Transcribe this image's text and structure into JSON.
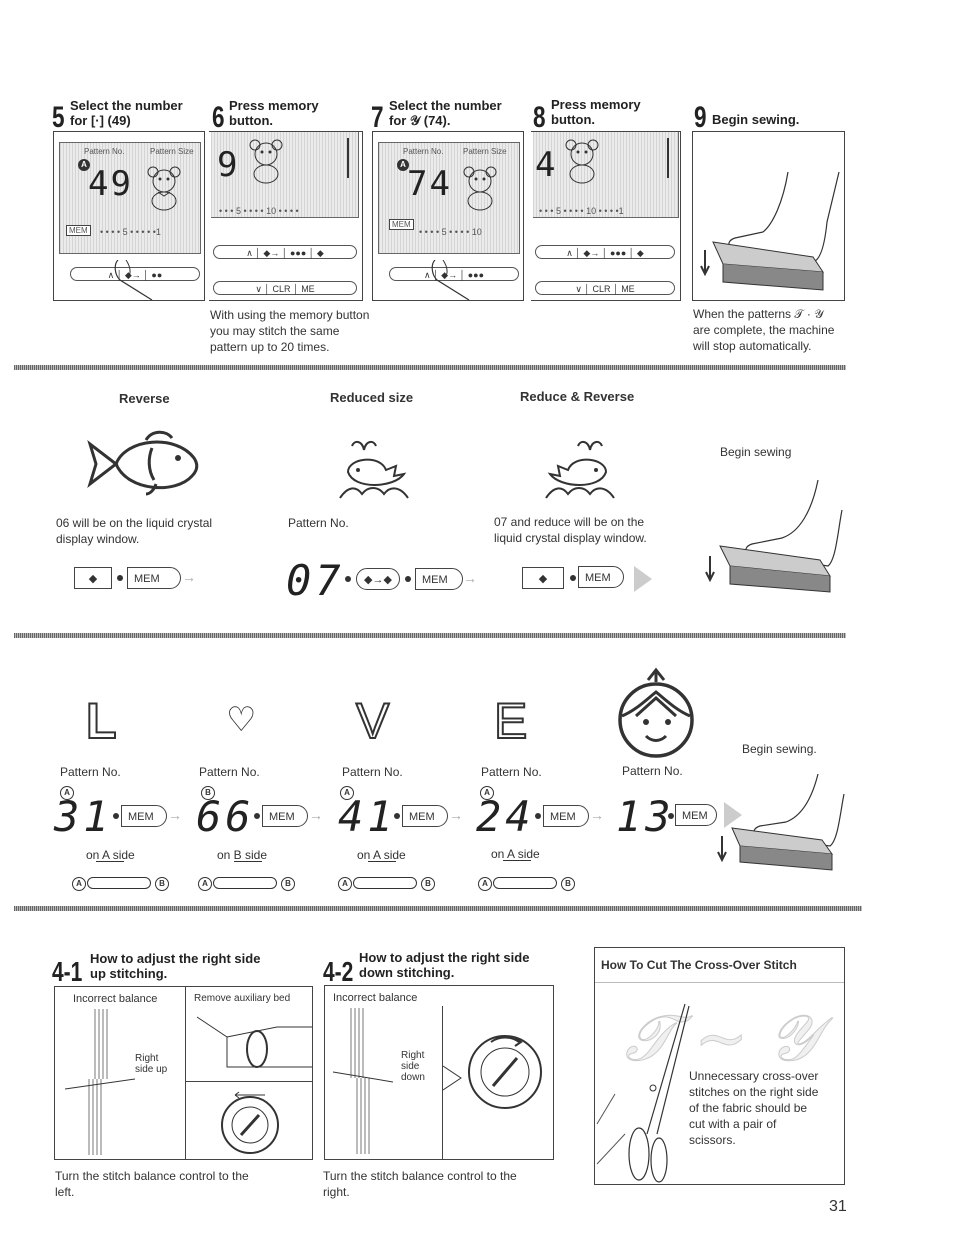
{
  "steps": [
    {
      "num": "5",
      "title_line1": "Select the number",
      "title_line2": "for [·] (49)",
      "lcd_header1": "Pattern No.",
      "lcd_header2": "Pattern Size",
      "lcd_value": "49",
      "lcd_badge": "A",
      "mem_tag": "MEM",
      "scale": "• • • • 5 • • • • •1"
    },
    {
      "num": "6",
      "title_line1": "Press memory",
      "title_line2": "button.",
      "lcd_value": "9",
      "scale": "• • • 5 • • • • 10 • • • •",
      "clr": "CLR",
      "me": "ME"
    },
    {
      "num": "7",
      "title_line1": "Select the number",
      "title_line2": "for 𝒴 (74).",
      "lcd_header1": "Pattern No.",
      "lcd_header2": "Pattern Size",
      "lcd_value": "74",
      "lcd_badge": "A",
      "mem_tag": "MEM",
      "scale": "• • • • 5 • • • • 10"
    },
    {
      "num": "8",
      "title_line1": "Press memory",
      "title_line2": "button.",
      "lcd_value": "4",
      "scale": "• • • 5 • • • • 10 • • • •1",
      "clr": "CLR",
      "me": "ME"
    },
    {
      "num": "9",
      "title_line1": "Begin sewing."
    }
  ],
  "step6_note": [
    "With using the memory button",
    "you may stitch the same",
    "pattern up to 20 times."
  ],
  "step9_note": [
    "When the patterns 𝒯 · 𝒴",
    "are complete, the machine",
    "will stop automatically."
  ],
  "section2": {
    "reverse": {
      "title": "Reverse",
      "desc": [
        "06 will be on the liquid crystal",
        "display window."
      ],
      "mem": "MEM"
    },
    "reduced": {
      "title": "Reduced size",
      "desc": "Pattern No.",
      "digits": "07",
      "mem": "MEM"
    },
    "reduce_reverse": {
      "title": "Reduce & Reverse",
      "desc": [
        "07 and reduce will be on the",
        "liquid crystal display window."
      ],
      "mem": "MEM"
    },
    "begin": "Begin sewing"
  },
  "section3": {
    "letters": [
      "L",
      "♡",
      "V",
      "E"
    ],
    "begin": "Begin sewing.",
    "items": [
      {
        "label": "Pattern No.",
        "badge": "A",
        "digits": "31",
        "mem": "MEM",
        "side": "on A side"
      },
      {
        "label": "Pattern No.",
        "badge": "B",
        "digits": "66",
        "mem": "MEM",
        "side": "on B side"
      },
      {
        "label": "Pattern No.",
        "badge": "A",
        "digits": "41",
        "mem": "MEM",
        "side": "on A side"
      },
      {
        "label": "Pattern No.",
        "badge": "A",
        "digits": "24",
        "mem": "MEM",
        "side": "on A side"
      },
      {
        "label": "Pattern No.",
        "badge": "",
        "digits": "13",
        "mem": "MEM",
        "side": ""
      }
    ],
    "switch_a": "A",
    "switch_b": "B"
  },
  "section4": {
    "s41": {
      "num": "4-1",
      "title_line1": "How to adjust the right side",
      "title_line2": "up stitching.",
      "incorrect": "Incorrect balance",
      "remove": "Remove auxiliary bed",
      "label": [
        "Right",
        "side up"
      ],
      "desc": [
        "Turn the stitch balance control to the",
        "left."
      ]
    },
    "s42": {
      "num": "4-2",
      "title_line1": "How to adjust the right side",
      "title_line2": "down stitching.",
      "incorrect": "Incorrect balance",
      "label": [
        "Right",
        "side",
        "down"
      ],
      "desc": [
        "Turn the stitch balance control to the",
        "right."
      ]
    },
    "crossover": {
      "title": "How To Cut The Cross-Over Stitch",
      "desc": [
        "Unnecessary cross-over",
        "stitches on the right side",
        "of the fabric should be",
        "cut with a pair of",
        "scissors."
      ]
    }
  },
  "page_number": "31"
}
